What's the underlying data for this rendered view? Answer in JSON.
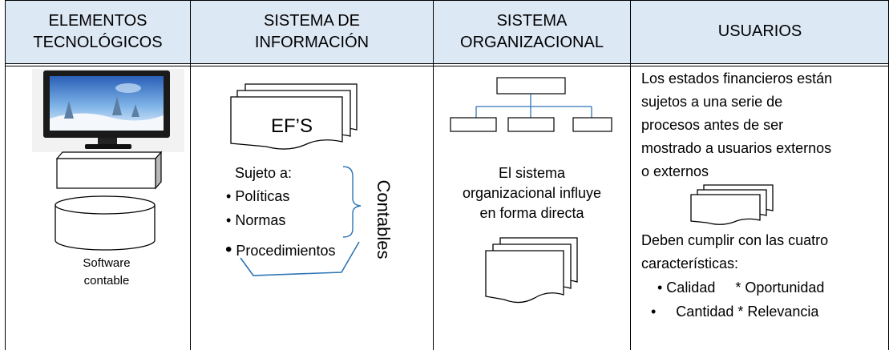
{
  "columns": [
    {
      "title_line1": "ELEMENTOS",
      "title_line2": "TECNOLÓGICOS"
    },
    {
      "title_line1": "SISTEMA DE",
      "title_line2": "INFORMACIÓN"
    },
    {
      "title_line1": "SISTEMA",
      "title_line2": "ORGANIZACIONAL"
    },
    {
      "title_line1": "USUARIOS",
      "title_line2": ""
    }
  ],
  "col1": {
    "caption_line1": "Software",
    "caption_line2": "contable"
  },
  "col2": {
    "doc_label": "EF’S",
    "subject_label": "Sujeto a:",
    "bullets": [
      "Políticas",
      "Normas",
      "Procedimientos"
    ],
    "brace_label": "Contables"
  },
  "col3": {
    "text_lines": [
      "El sistema",
      "organizacional influye",
      "en forma directa"
    ]
  },
  "col4": {
    "para1": [
      "Los estados financieros están",
      "sujetos a una serie de",
      "procesos antes de ser",
      "mostrado a usuarios externos",
      "o externos"
    ],
    "para2": [
      "Deben cumplir con las cuatro",
      "características:"
    ],
    "list_line1": "• Calidad     * Oportunidad",
    "list_line2": "•     Cantidad * Relevancia"
  },
  "colors": {
    "header_bg": "#dde8f5",
    "connector": "#2e75b6"
  }
}
